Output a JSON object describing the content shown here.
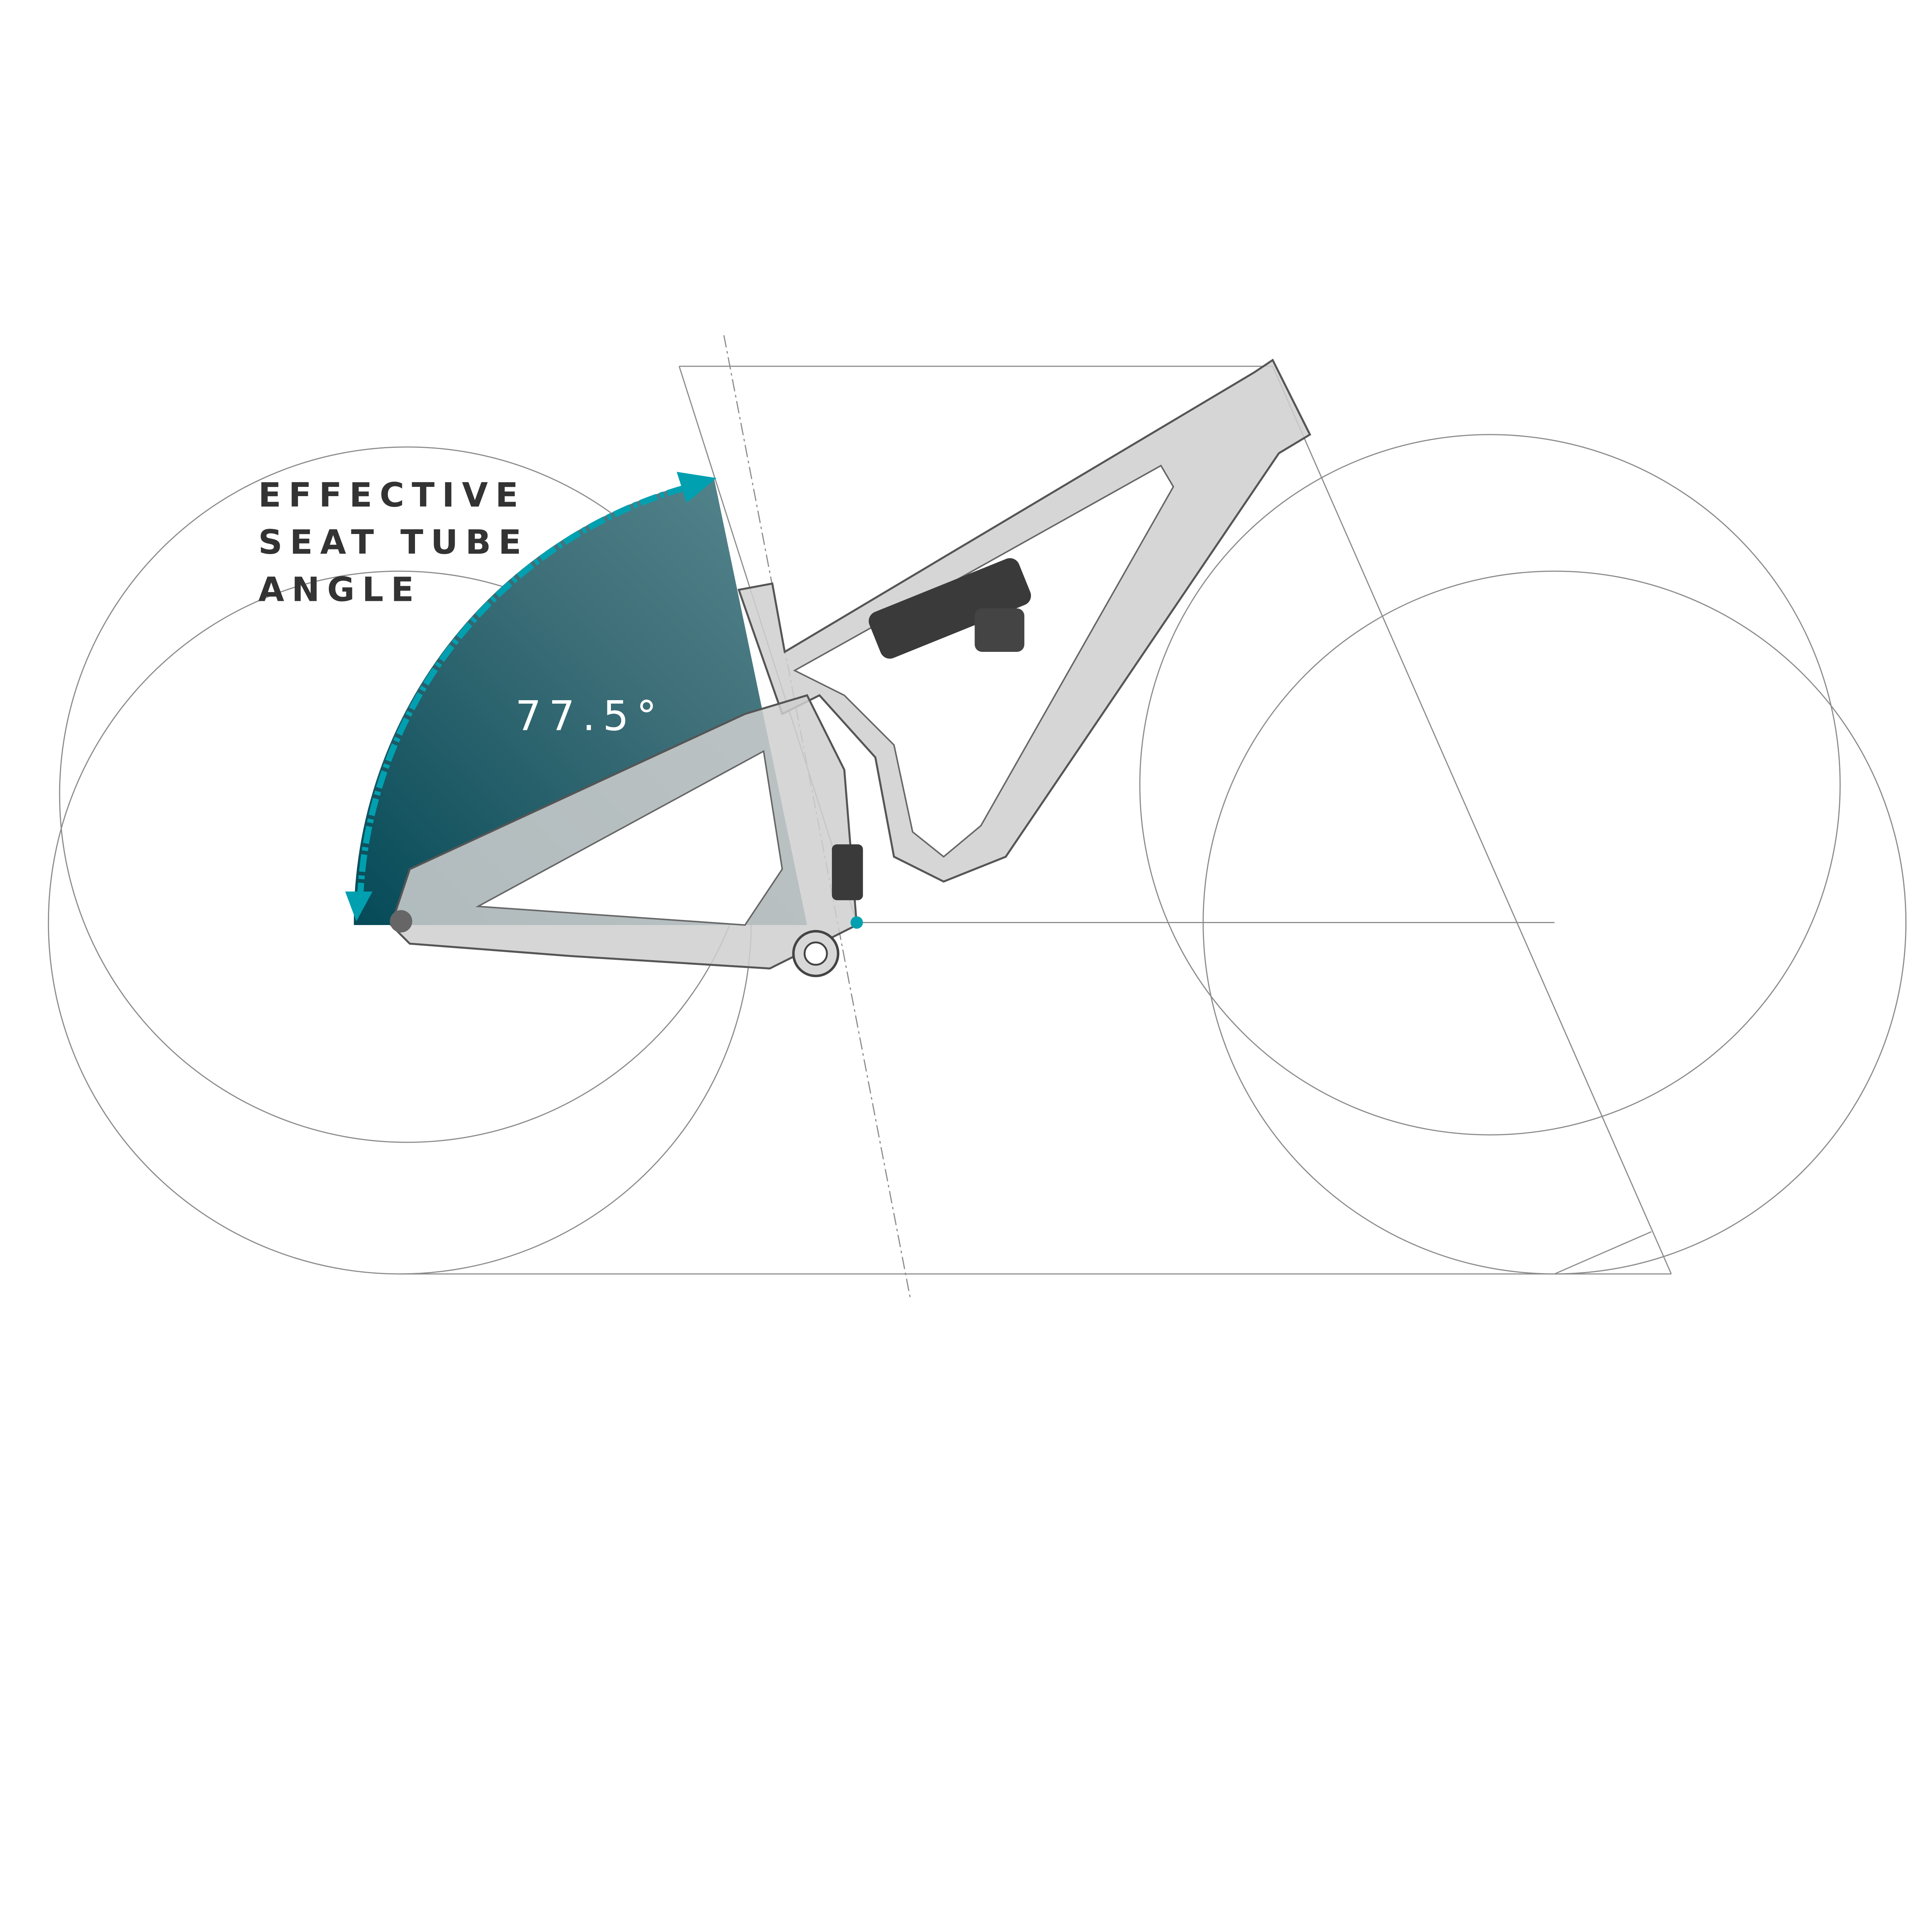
{
  "label": {
    "line1": "EFFECTIVE",
    "line2": "SEAT TUBE",
    "line3": "ANGLE"
  },
  "angle_value": "77.5°",
  "colors": {
    "wedge_dark": "#054a58",
    "wedge_light": "#4f7f88",
    "arrow_accent": "#00a0b0",
    "text_dark": "#333333",
    "frame_grey": "#c8c8c8"
  },
  "icons": [
    "angle-arrow-icon",
    "bike-frame-drawing"
  ]
}
